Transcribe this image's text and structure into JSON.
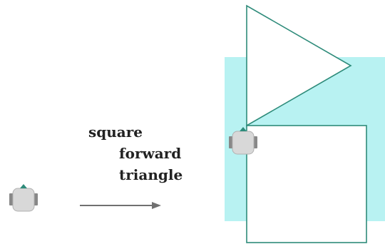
{
  "commands": [
    "square",
    "forward",
    "triangle"
  ],
  "colors": {
    "highlight_area": "#b8f2f2",
    "shape_stroke": "#2e8b7a",
    "arrow": "#707070",
    "turtle_body": "#d8d8d8",
    "turtle_wheel": "#888888",
    "turtle_head": "#2e8b7a",
    "text": "#222222"
  },
  "icons": {
    "start_turtle": "turtle-robot-icon",
    "end_turtle": "turtle-robot-icon",
    "transition_arrow": "right-arrow-icon"
  }
}
